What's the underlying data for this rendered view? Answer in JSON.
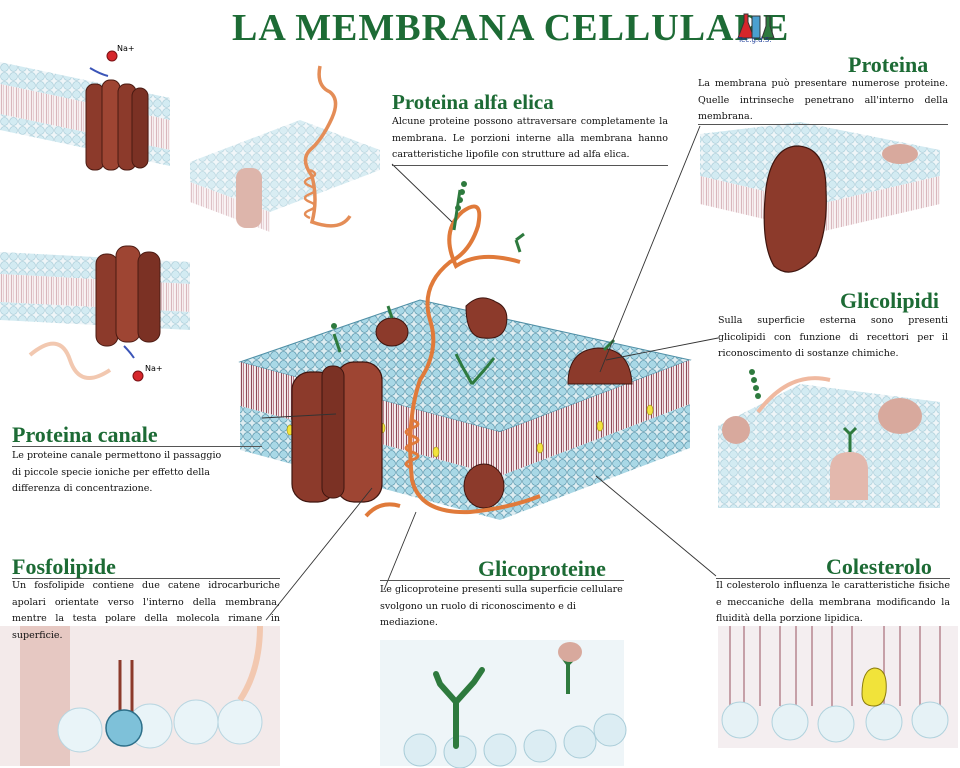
{
  "title": "LA MEMBRANA CELLULARE",
  "logo_text": "Tec.g.d.S.",
  "ions": {
    "top": "Na+",
    "bottom": "Na+"
  },
  "sections": {
    "alfa": {
      "heading": "Proteina alfa elica",
      "text": "Alcune proteine possono attraversare completamente la membrana. Le porzioni interne alla membrana hanno caratteristiche lipofile con strutture ad alfa elica."
    },
    "proteina": {
      "heading": "Proteina",
      "text": "La membrana può presentare numerose proteine. Quelle intrinseche penetrano all'interno della membrana."
    },
    "glicolipidi": {
      "heading": "Glicolipidi",
      "text": "Sulla superficie esterna sono presenti glicolipidi con funzione di recettori per il riconoscimento di sostanze chimiche."
    },
    "canale": {
      "heading": "Proteina canale",
      "text": "Le proteine canale permettono il passaggio di piccole specie ioniche per effetto della differenza di concentrazione."
    },
    "fosfolipide": {
      "heading": "Fosfolipide",
      "text": "Un fosfolipide contiene due catene idrocarburiche apolari orientate verso l'interno della membrana, mentre la testa polare della molecola rimane in superficie."
    },
    "glicoproteine": {
      "heading": "Glicoproteine",
      "text": "Le glicoproteine presenti sulla superficie cellulare svolgono un ruolo di riconoscimento e di mediazione."
    },
    "colesterolo": {
      "heading": "Colesterolo",
      "text": "Il colesterolo influenza le caratteristiche fisiche e meccaniche della membrana modificando la fluidità della porzione lipidica."
    }
  },
  "colors": {
    "heading": "#1d6b35",
    "protein": "#8c3a2b",
    "head": "#9fd3e2",
    "helix": "#e07a3a",
    "sugar": "#2e7a3e",
    "ion": "#d6262b"
  }
}
